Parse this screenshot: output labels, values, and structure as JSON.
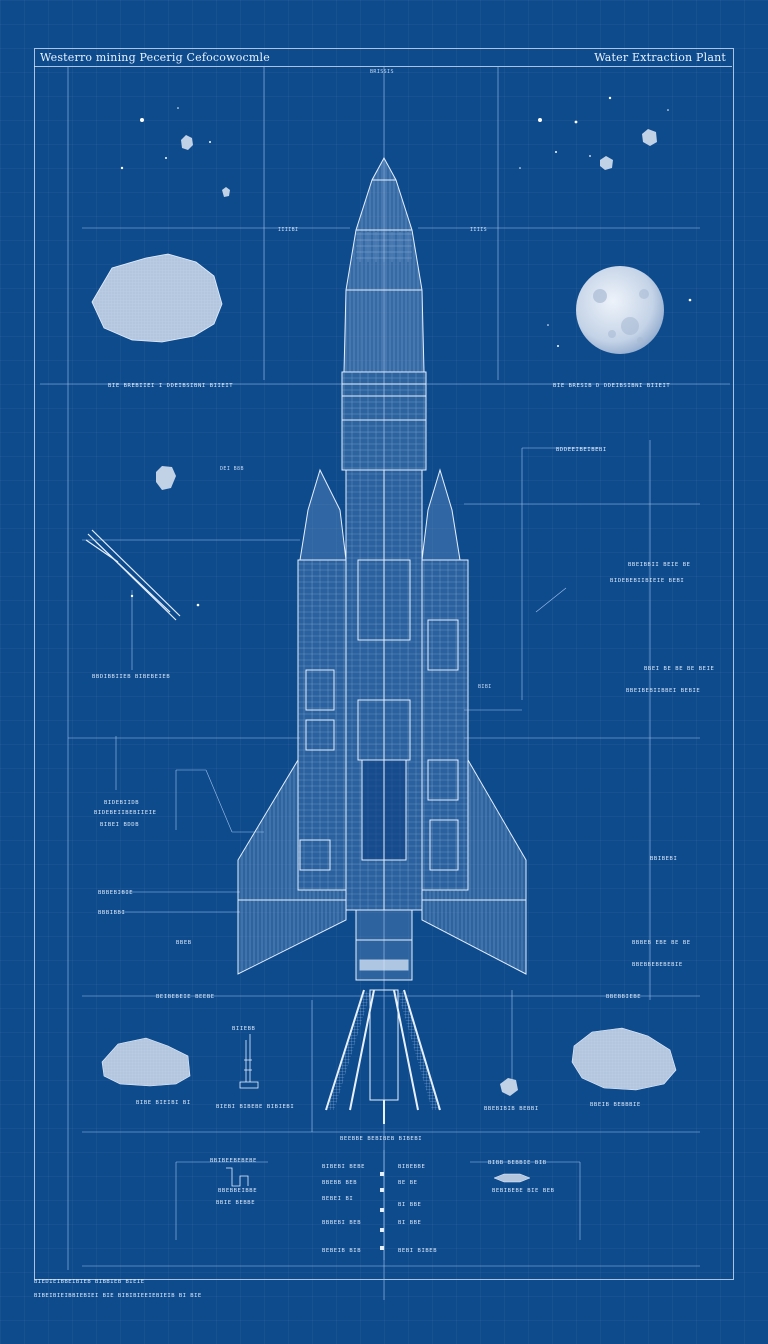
{
  "title_left": "Westerro mining Pecerig Cefocowocmle",
  "title_right": "Water Extraction Plant",
  "colors": {
    "background": "#0e4b8d",
    "line": "#e6f0ff",
    "dim_line": "#9fc1ea",
    "rock_fill": "#b8c9e0",
    "moon_fill": "#d9e4f2"
  },
  "header_mark": "BRISSIS",
  "left_section_label": "BIE BREBIIEI I DDEIBSIBNI BIIEIT",
  "right_section_label": "BIE BRESIB D DDEIBSIBNI BIIEIT",
  "nose_label": "DEI B8B",
  "upper_left_mark": "IIIIBI",
  "upper_right_mark": "IIIIS",
  "callouts": {
    "booster_top": "BDDEEIBEIBEBI",
    "right_spec_1": "BBEIBBII BEIE BE",
    "right_spec_2": "BIDEBEBIIBIEIE BEBI",
    "right_spec_3": "BBEI BE BE BE BEIE",
    "right_spec_4": "BBEIBEBIIBBEI BEBIE",
    "left_arm": "BBDIBBIIEB BIBEBEIEB",
    "mid_tag": "BIBI",
    "left_small_1": "BIDEBIIDB",
    "left_small_2": "BIDEBEIIBEBIIEIE",
    "left_small_3": "BIBEI BDDB",
    "left_fin_1": "BBBEBIBIE",
    "left_fin_2": "BBBIBBI",
    "left_fin_3": "BBEB",
    "right_fin_1": "BBIBEBI",
    "right_lower_1": "BBBEB EBE BE BE",
    "right_lower_2": "BBEBBEBEBEBIE",
    "ground_left": "BEIBEBEIE BEEBE",
    "ground_right": "BBEBBIEBE",
    "rock_left": "BIBE BIEIBI BI",
    "tower": "BIIEBB",
    "tower_base": "BIEBI BIBEBE BIBIEBI",
    "small_rock": "BBEBIBIB BEBBI",
    "rock_right": "BBEIB BEBBBIE",
    "stand_base": "BEEBBE BEBIBEB BIBEBI"
  },
  "table_left": [
    "BBIBEEBEBEBE",
    "BBEBBEIBBE",
    "BBIE BEBBE"
  ],
  "table_center_left": [
    "BIBEBI BEBE",
    "BBEBB BEB",
    "BEBEI BI",
    "BBBEBI BEB",
    "BEBEIB BIB"
  ],
  "table_center_right": [
    "BIBEBBE",
    "BE BE",
    "BI BBE",
    "BI BBE",
    "BEBI BIBEB"
  ],
  "table_right": [
    "BIBB BEBBIE BIB",
    "BEBIBEBE BIE BEB"
  ],
  "footer_line_1": "BIEDIEIBBEIBIEB BIBBIEB BIEIE",
  "footer_line_2": "BIBEIBIEIBBIEBIEI BIE BIBIBIEEIEBIEIB BI BIE"
}
